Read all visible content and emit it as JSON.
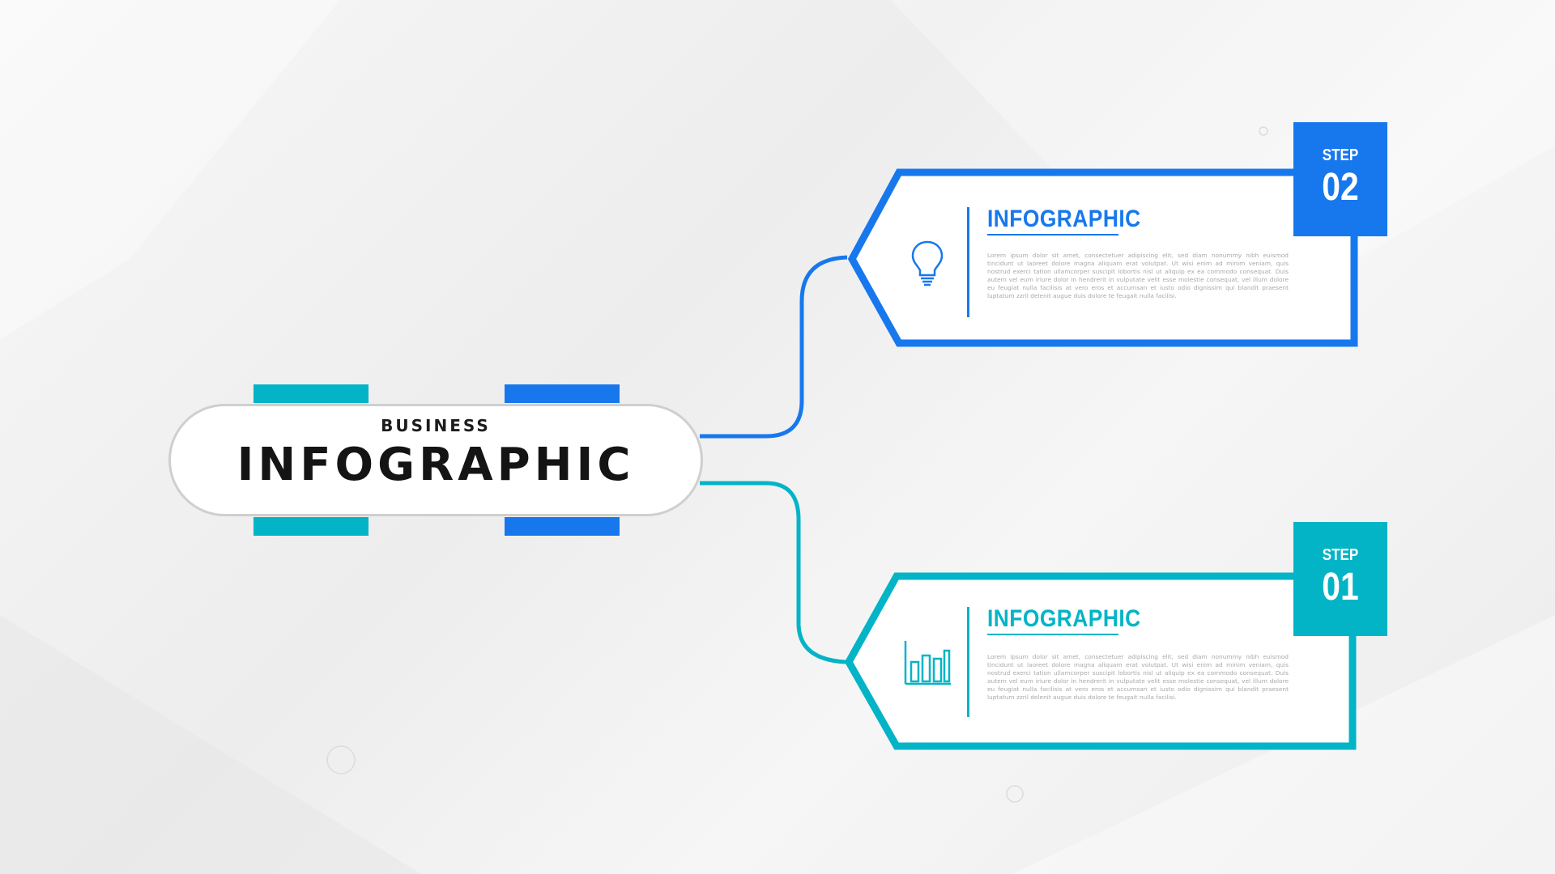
{
  "title": {
    "small": "BUSINESS",
    "big": "INFOGRAPHIC"
  },
  "colors": {
    "blue": "#1778ee",
    "teal": "#03b4c6",
    "pill_border": "#cfcfcf",
    "text_dark": "#141414",
    "body_text": "#a9a9a9"
  },
  "cards": [
    {
      "step_label": "STEP",
      "step_number": "02",
      "heading": "INFOGRAPHIC",
      "body": "Lorem ipsum dolor sit amet, consectetuer adipiscing elit, sed diam nonummy nibh euismod tincidunt ut laoreet dolore magna aliquam erat volutpat. Ut wisi enim ad minim veniam, quis nostrud exerci tation ullamcorper suscipit lobortis nisl ut aliquip ex ea commodo consequat. Duis autem vel eum iriure dolor in hendrerit in vulputate velit esse molestie consequat, vel illum dolore eu feugiat nulla facilisis at vero eros et accumsan et iusto odio dignissim qui blandit praesent luptatum zzril delenit augue duis dolore te feugait nulla facilisi.",
      "icon": "lightbulb-icon",
      "color": "#1778ee"
    },
    {
      "step_label": "STEP",
      "step_number": "01",
      "heading": "INFOGRAPHIC",
      "body": "Lorem ipsum dolor sit amet, consectetuer adipiscing elit, sed diam nonummy nibh euismod tincidunt ut laoreet dolore magna aliquam erat volutpat. Ut wisi enim ad minim veniam, quis nostrud exerci tation ullamcorper suscipit lobortis nisl ut aliquip ex ea commodo consequat. Duis autem vel eum iriure dolor in hendrerit in vulputate velit esse molestie consequat, vel illum dolore eu feugiat nulla facilisis at vero eros et accumsan et iusto odio dignissim qui blandit praesent luptatum zzril delenit augue duis dolore te feugait nulla facilisi.",
      "icon": "bar-chart-icon",
      "color": "#03b4c6"
    }
  ]
}
